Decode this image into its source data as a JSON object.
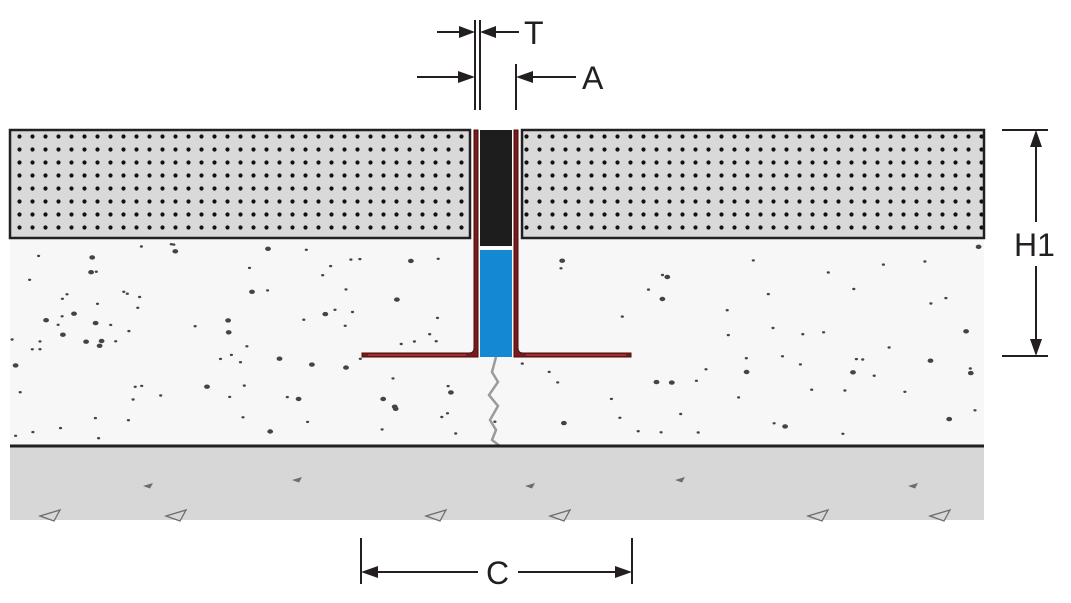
{
  "labels": {
    "thickness": "T",
    "gap": "A",
    "height": "H1",
    "width": "C"
  },
  "colors": {
    "tile_fill": "#d9d9d9",
    "tile_dots": "#111111",
    "screed_fill": "#f4f4f4",
    "concrete_fill": "#d7d7d7",
    "profile_red": "#7b1a1a",
    "profile_highlight": "#c0393b",
    "cap_black": "#1d1d1d",
    "insert_blue": "#1588d4",
    "crack_gray": "#9b9b9b",
    "line_dark": "#231f20"
  }
}
